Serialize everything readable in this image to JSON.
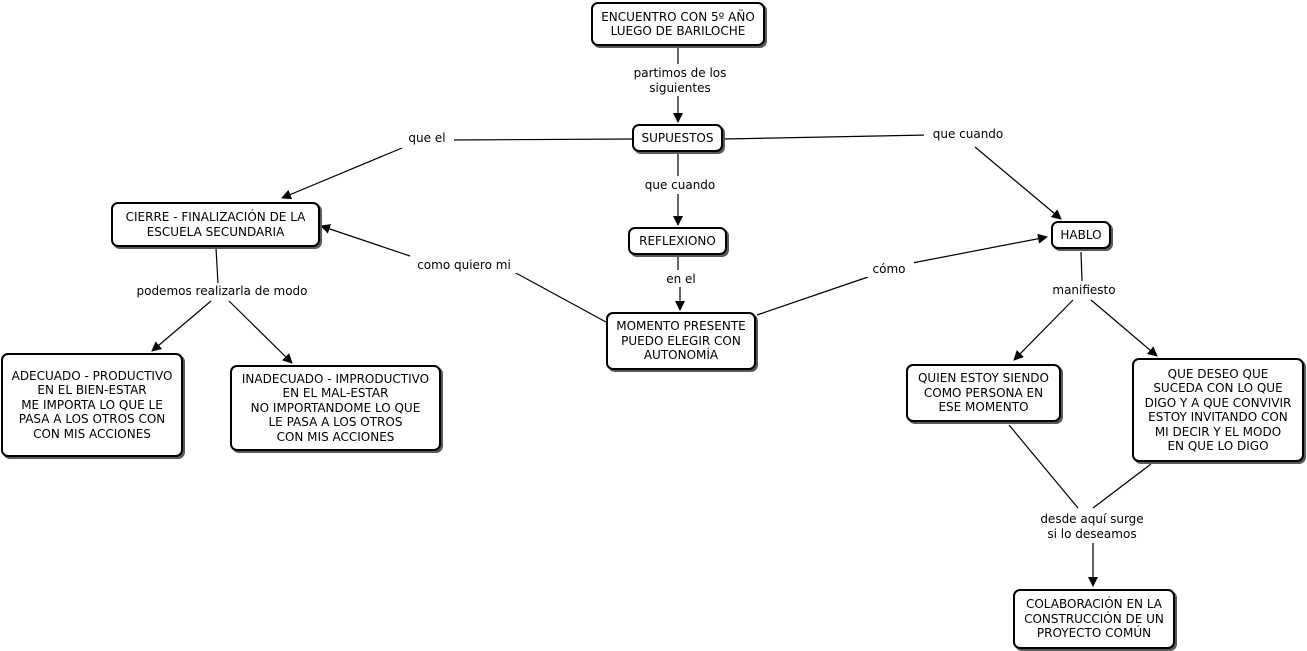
{
  "nodes": {
    "encuentro": "ENCUENTRO CON 5º AÑO\nLUEGO DE BARILOCHE",
    "supuestos": "SUPUESTOS",
    "cierre": "CIERRE - FINALIZACIÓN DE LA\nESCUELA SECUNDARIA",
    "reflexiono": "REFLEXIONO",
    "hablo": "HABLO",
    "momento": "MOMENTO PRESENTE\nPUEDO ELEGIR CON\nAUTONOMÍA",
    "adecuado": "ADECUADO - PRODUCTIVO\nEN EL BIEN-ESTAR\nME IMPORTA LO QUE LE\nPASA A LOS OTROS CON\nCON MIS ACCIONES",
    "inadecuado": "INADECUADO - IMPRODUCTIVO\nEN EL MAL-ESTAR\nNO IMPORTANDOME LO QUE\nLE PASA A LOS OTROS\nCON MIS ACCIONES",
    "quien": "QUIEN ESTOY SIENDO\nCOMO PERSONA EN\nESE MOMENTO",
    "deseo": "QUE DESEO QUE\nSUCEDA CON LO QUE\nDIGO Y A QUE CONVIVIR\nESTOY INVITANDO CON\nMI DECIR Y EL MODO\nEN QUE LO DIGO",
    "colaboracion": "COLABORACIÓN EN LA\nCONSTRUCCIÓN DE UN\nPROYECTO COMÚN"
  },
  "links": {
    "partimos": "partimos de los\nsiguientes",
    "que_el": "que el",
    "que_cuando_mid": "que cuando",
    "que_cuando_right": "que cuando",
    "podemos": "podemos realizarla de modo",
    "como_quiero": "como quiero mi",
    "en_el": "en el",
    "como": "cómo",
    "manifiesto": "manifiesto",
    "desde_aqui": "desde aquí surge\nsi lo deseamos"
  }
}
